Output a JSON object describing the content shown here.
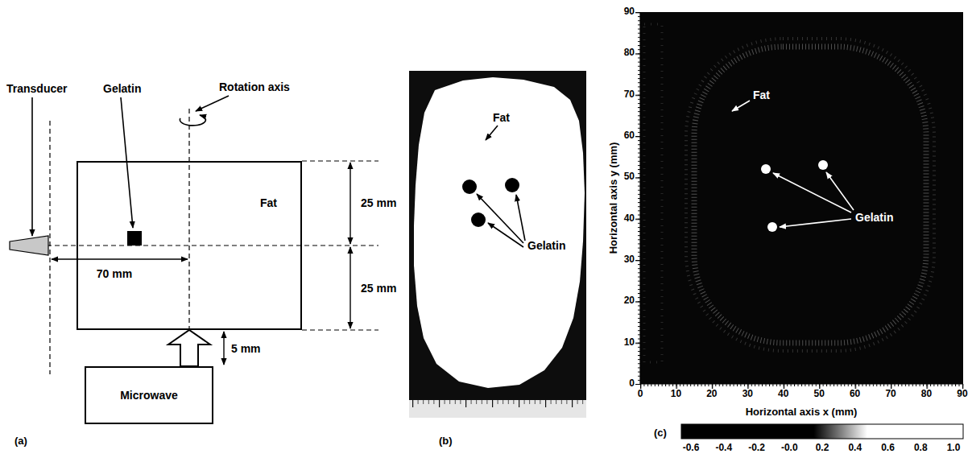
{
  "diagram": {
    "nodes": [
      {
        "text": [
          "Fat"
        ]
      },
      {
        "text": [
          "Microwave"
        ]
      }
    ],
    "edges": [
      {
        "from": 1,
        "to": 0,
        "arrow": "to"
      }
    ],
    "labels": [
      "Transducer",
      "Gelatin",
      "Rotation axis",
      "25 mm",
      "25 mm",
      "70 mm",
      "5 mm",
      "(a)",
      "Fat",
      "Gelatin",
      "(b)",
      "Fat",
      "Gelatin",
      "Horizontal axis y (mm)",
      "Horizontal axis x (mm)",
      "0",
      "10",
      "20",
      "30",
      "40",
      "50",
      "60",
      "70",
      "80",
      "90",
      "0",
      "10",
      "20",
      "30",
      "40",
      "50",
      "60",
      "70",
      "80",
      "90",
      "-0.6",
      "-0.4",
      "-0.2",
      "-0.0",
      "0.2",
      "0.4",
      "0.6",
      "0.8",
      "1.0",
      "(c)"
    ]
  }
}
